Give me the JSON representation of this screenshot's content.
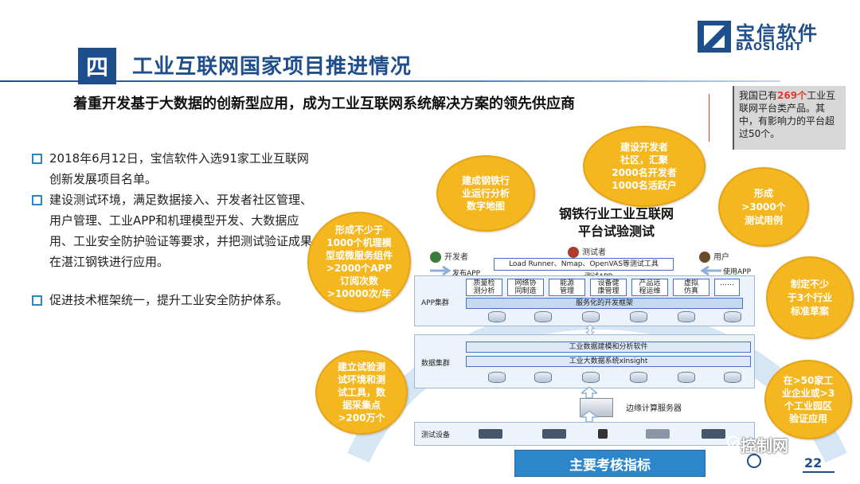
{
  "header": {
    "section_number": "四",
    "title": "工业互联网国家项目推进情况",
    "subtitle": "着重开发基于大数据的创新型应用，成为工业互联网系统解决方案的领先供应商"
  },
  "logo": {
    "cn": "宝信软件",
    "en": "BAOSIGHT"
  },
  "bullets": [
    "2018年6月12日，宝信软件入选91家工业互联网创新发展项目名单。",
    "建设测试环境，满足数据接入、开发者社区管理、用户管理、工业APP和机理模型开发、大数据应用、工业安全防护验证等要求，并把测试验证成果在湛江钢铁进行应用。",
    "促进技术框架统一，提升工业安全防护体系。"
  ],
  "callout": {
    "prefix": "我国已有",
    "highlight": "269个",
    "suffix": "工业互联网平台类产品。其中，有影响力的平台超过50个。"
  },
  "bubbles": {
    "b1": "建成钢铁行\n业运行分析\n数字地图",
    "b2": "建设开发者\n社区，汇聚\n2000名开发者\n1000名活跃户",
    "b3": "形成\n>3000个\n测试用例",
    "b4": "形成不少于\n1000个机理模\n型或微服务组件\n>2000个APP\n订阅次数\n>10000次/年",
    "b5": "制定不少\n于3个行业\n标准草案",
    "b6": "建立试验测\n试环境和测\n试工具，数\n据采集点\n>200万个",
    "b7": "在>50家工\n业企业或>3\n个工业园区\n验证应用"
  },
  "diagram": {
    "title": "钢铁行业工业互联网\n平台试验测试",
    "developer": "开发者",
    "tester": "测试者",
    "user": "用户",
    "tools": "Load Runner、Nmap、OpenVAS等测试工具",
    "publish_app": "发布APP",
    "test_app": "测试APP",
    "use_app": "使用APP",
    "app_cluster": "APP集群",
    "apps": [
      "质量检\n测分析",
      "网络协\n同制造",
      "能源\n管理",
      "设备健\n康管理",
      "产品远\n程运维",
      "虚拟\n仿真",
      "……"
    ],
    "service_framework": "服务化的开发框架",
    "data_cluster": "数据集群",
    "modeling": "工业数据建模和分析软件",
    "bigdata": "工业大数据系统xInsight",
    "edge_server": "边缘计算服务器",
    "test_devices": "测试设备"
  },
  "footer": {
    "kpi": "主要考核指标",
    "page_number": "22",
    "watermark": "控制网"
  },
  "colors": {
    "brand": "#1f4e8c",
    "accent": "#2c86c9",
    "bubble": "#f4b71f",
    "ring": "#d6e6f5",
    "highlight": "#e03a2e"
  }
}
